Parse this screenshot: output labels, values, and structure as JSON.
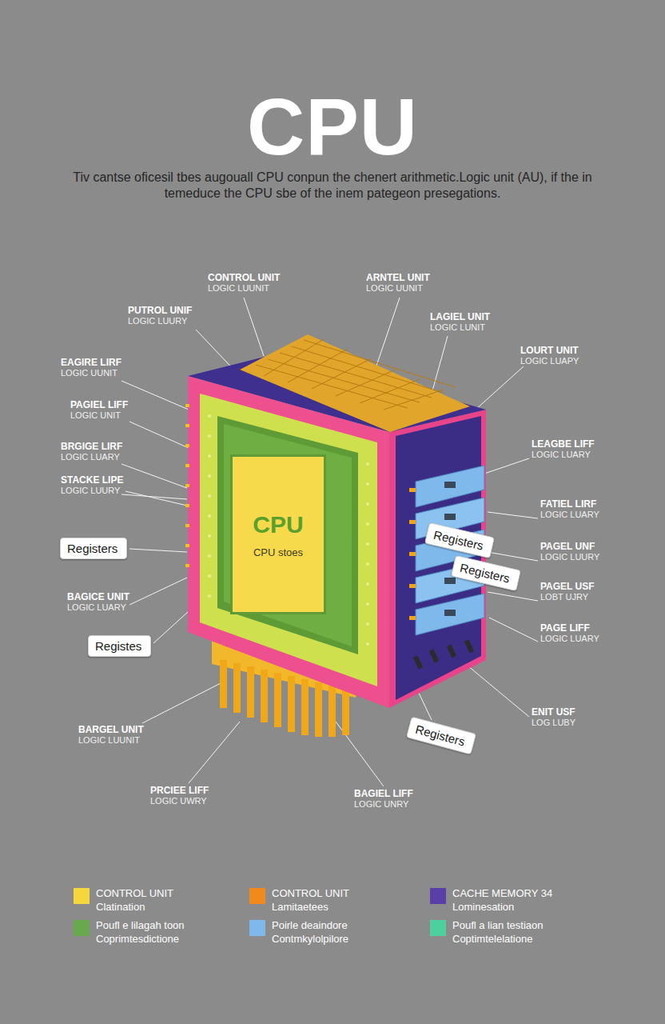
{
  "diagram": {
    "title": "CPU",
    "caption": "Tiv cantse oficesil tbes augouall CPU conpun the chenert arithmetic.Logic unit (AU), if the in temeduce the CPU sbe of the inem pategeon presegations.",
    "nodes": [
      {
        "text": [
          "CPU",
          "CPU stoes"
        ]
      },
      {
        "text": [
          "Registers"
        ]
      },
      {
        "text": [
          "Registers"
        ]
      },
      {
        "text": [
          "Registers"
        ]
      },
      {
        "text": [
          "Registes"
        ]
      },
      {
        "text": [
          "Registers"
        ]
      }
    ],
    "labels": [
      "CONTROL UNIT",
      "LOGIC LUUNIT",
      "ARNTEL UNIT",
      "LOGIC UUNIT",
      "PUTROL UNIF",
      "LOGIC LUURY",
      "LAGIEL UNIT",
      "LOGIC LUNIT",
      "LOURT UNIT",
      "LOGIC LUAPY",
      "EAGIRE LIRF",
      "LOGIC UUNIT",
      "PAGIEL LIFF",
      "LOGIC UNIT",
      "LEAGBE LIFF",
      "LOGIC LUARY",
      "BRGIGE LIRF",
      "LOGIC LUARY",
      "STACKE LIPE",
      "LOGIC LUURY",
      "FATIEL LIRF",
      "LOGIC LUARY",
      "PAGEL UNF",
      "LOGIC LUURY",
      "PAGEL USF",
      "LOBT UJRY",
      "BAGICE UNIT",
      "LOGIC LUARY",
      "PAGE LIFF",
      "LOGIC LUARY",
      "ENIT USF",
      "LOG LUBY",
      "BARGEL UNIT",
      "LOGIC LUUNIT",
      "PRCIEE LIFF",
      "LOGIC UWRY",
      "BAGIEL LIFF",
      "LOGIC UNRY"
    ],
    "legend": [
      {
        "text": "CONTROL UNIT Clatination",
        "color": "#f5d63d"
      },
      {
        "text": "CONTROL UNIT Lamitaetees",
        "color": "#f08a1c"
      },
      {
        "text": "CACHE MEMORY 34 Lominesation",
        "color": "#5a3fa8"
      },
      {
        "text": "Poufl e lilagah toon Coprimtesdictione",
        "color": "#6aa84f"
      },
      {
        "text": "Poirle deaindore Contmkylolpilore",
        "color": "#7fb8ea"
      },
      {
        "text": "Poufl a lian testiaon Coptimtelelatione",
        "color": "#4fcf9e"
      }
    ]
  }
}
